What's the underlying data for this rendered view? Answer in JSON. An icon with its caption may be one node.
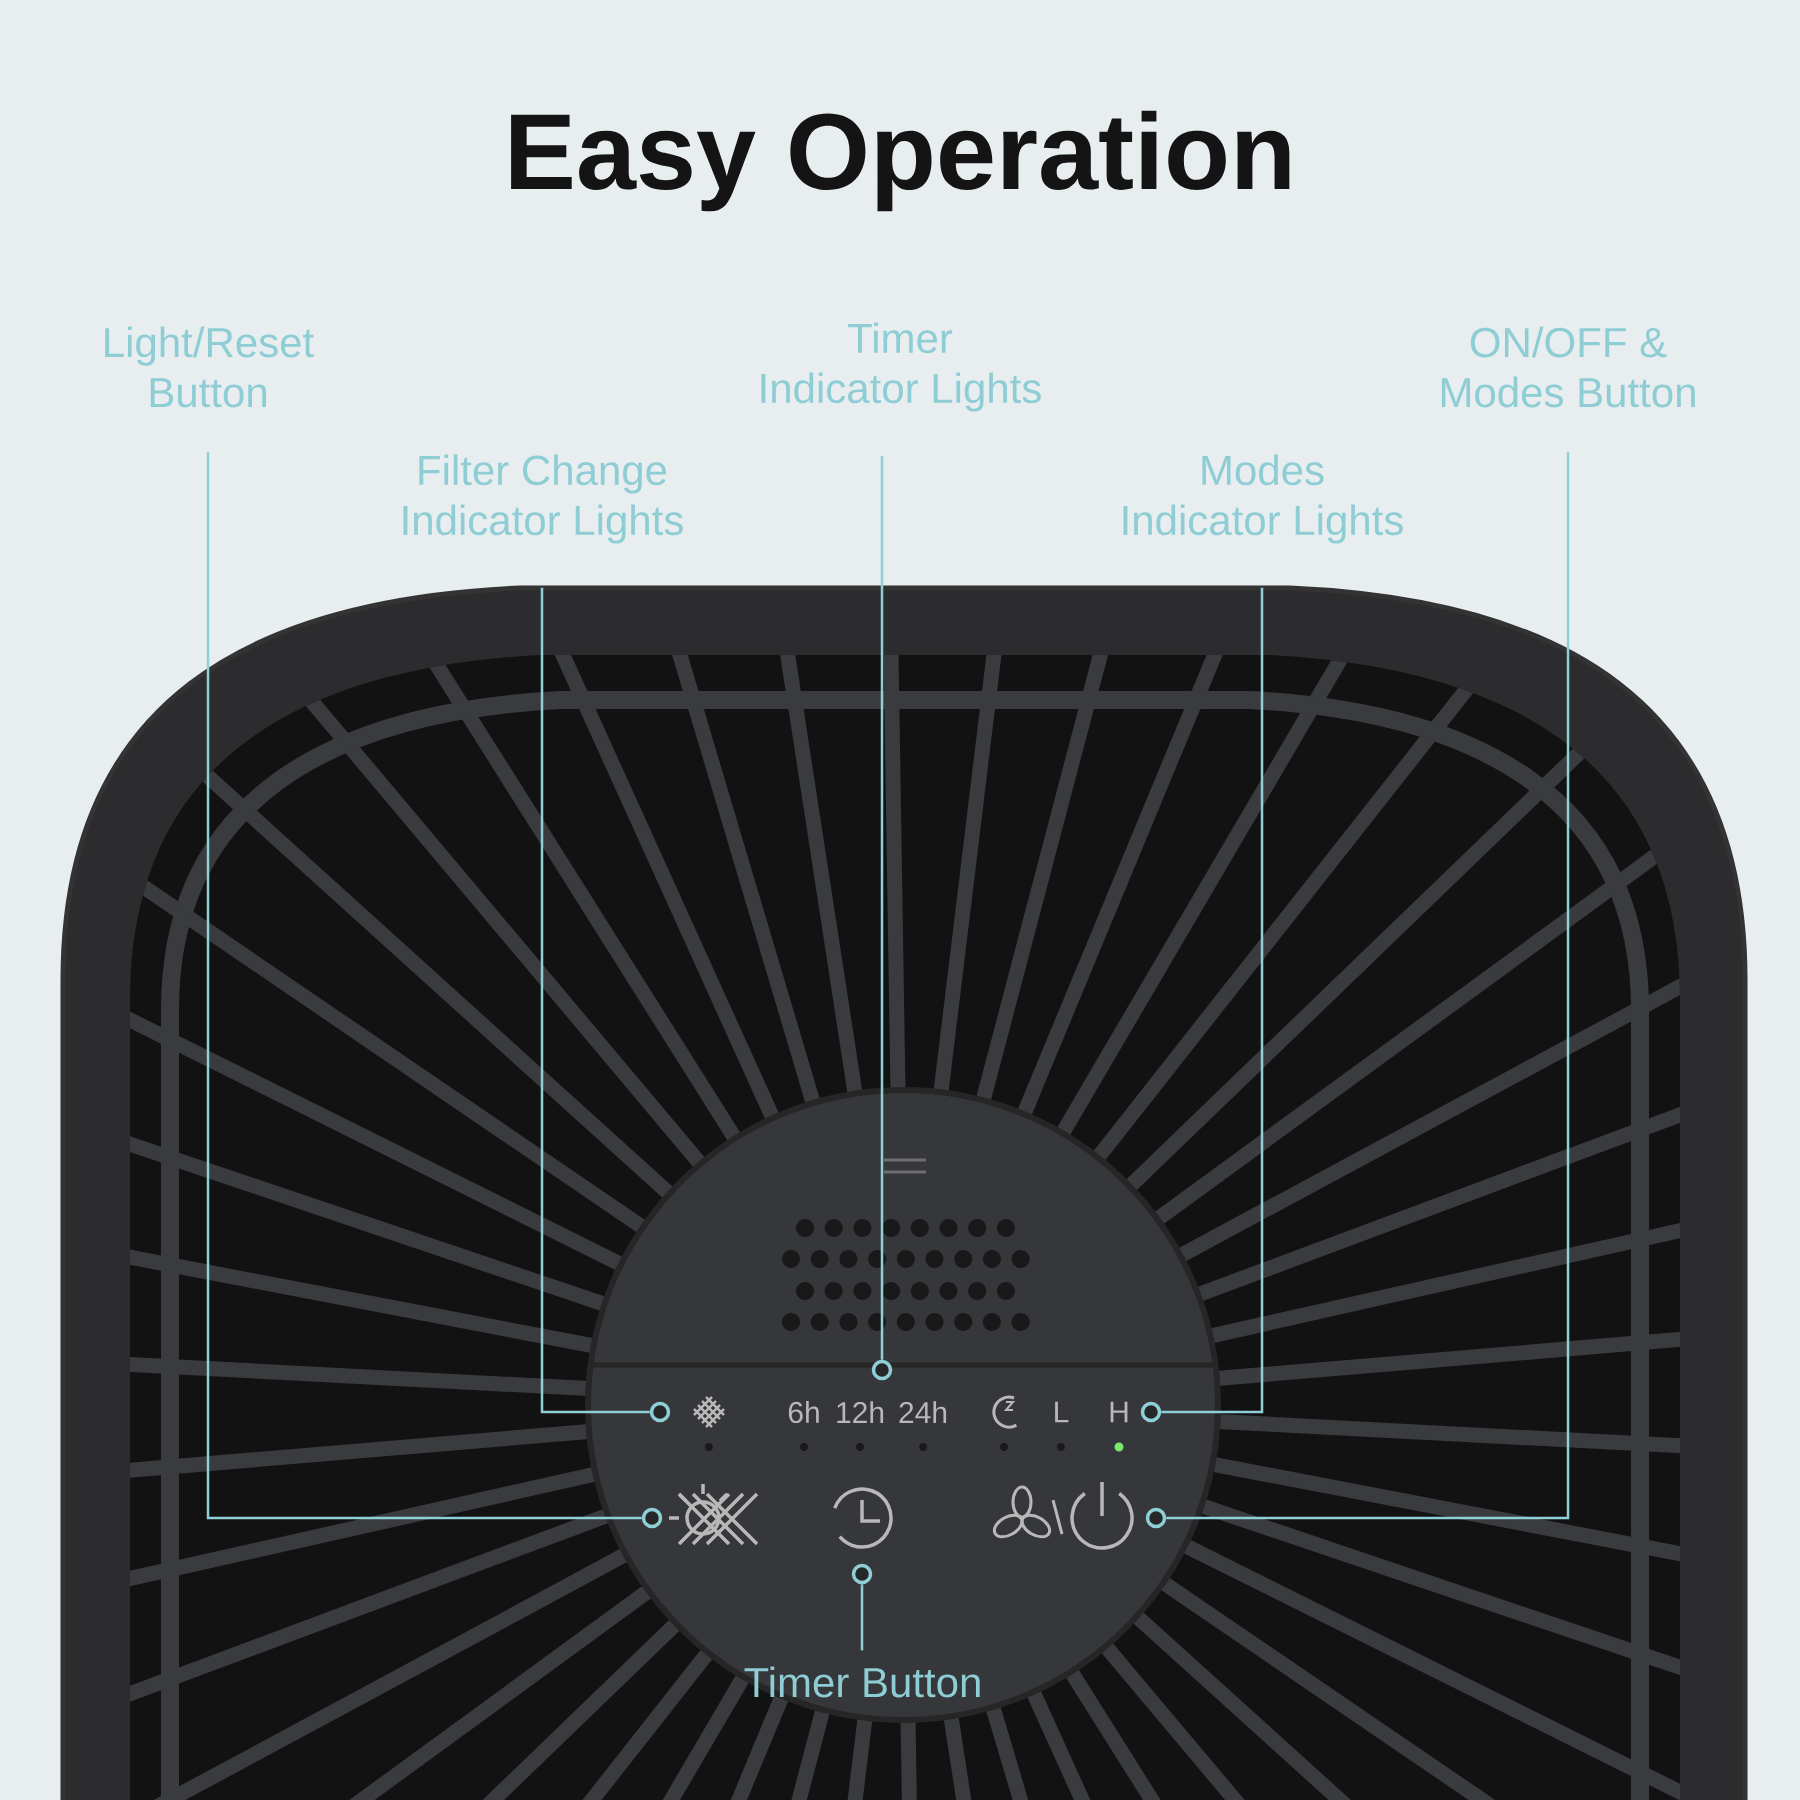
{
  "diagram": {
    "title": "Easy Operation",
    "nodes": [
      {
        "text": [
          "Light/Reset Button"
        ]
      },
      {
        "text": [
          "Timer Indicator Lights"
        ]
      },
      {
        "text": [
          "ON/OFF & Modes Button"
        ]
      },
      {
        "text": [
          "Filter Change Indicator Lights"
        ]
      },
      {
        "text": [
          "Modes Indicator Lights"
        ]
      },
      {
        "text": [],
        "shape": "circle"
      },
      {
        "text": [],
        "shape": "circle"
      },
      {
        "text": [],
        "shape": "circle"
      },
      {
        "text": [],
        "shape": "circle"
      },
      {
        "text": [],
        "shape": "circle"
      },
      {
        "text": [],
        "shape": "circle"
      },
      {
        "text": [
          "Timer Button"
        ]
      }
    ],
    "edges": [
      {
        "from": 0,
        "to": 8,
        "arrow": "none"
      },
      {
        "from": 1,
        "to": 5,
        "arrow": "none"
      },
      {
        "from": 2,
        "to": 9,
        "arrow": "none"
      },
      {
        "from": 3,
        "to": 6,
        "arrow": "none"
      },
      {
        "from": 4,
        "to": 7,
        "arrow": "none"
      },
      {
        "from": 11,
        "to": 10,
        "arrow": "none"
      }
    ],
    "labels": [
      "6h",
      "12h",
      "24h",
      "L",
      "H"
    ]
  }
}
